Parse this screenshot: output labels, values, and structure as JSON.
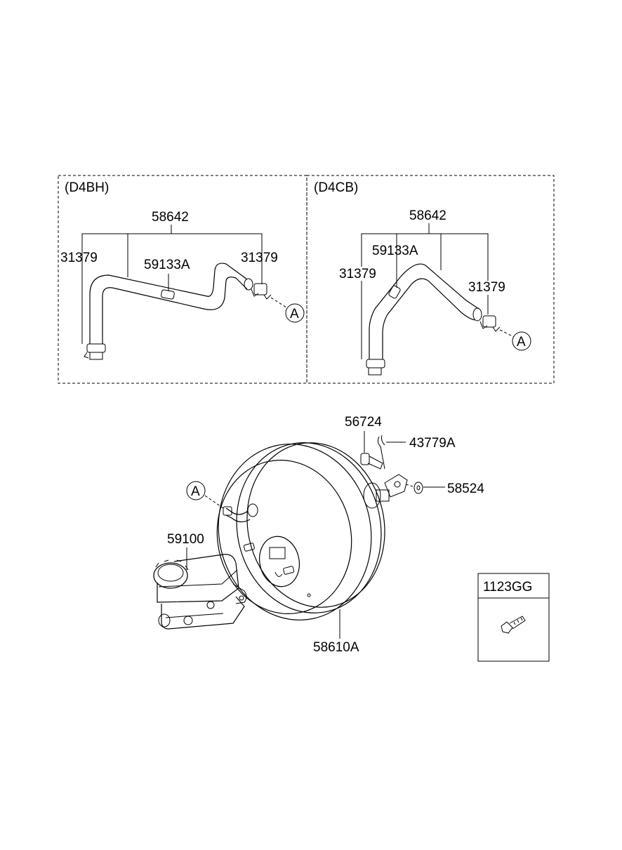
{
  "panels": {
    "left": {
      "title": "(D4BH)"
    },
    "right": {
      "title": "(D4CB)"
    }
  },
  "labels": {
    "left_hose": "58642",
    "left_clamp_left": "31379",
    "left_connector": "59133A",
    "left_clamp_right": "31379",
    "right_hose": "58642",
    "right_connector": "59133A",
    "right_clamp_left": "31379",
    "right_clamp_right": "31379",
    "pin": "56724",
    "clip": "43779A",
    "washer": "58524",
    "master_cylinder": "59100",
    "booster": "58610A",
    "bolt_box": "1123GG"
  },
  "refs": {
    "left_ref": "A",
    "right_ref": "A",
    "main_ref": "A"
  }
}
